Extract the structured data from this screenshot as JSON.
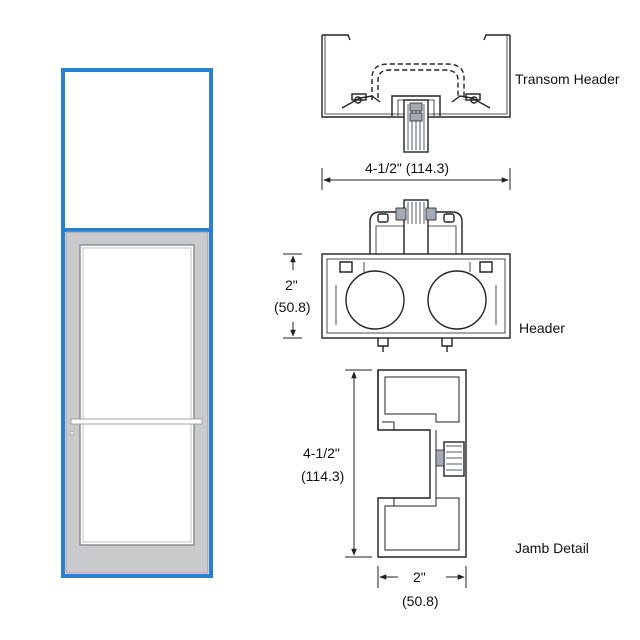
{
  "labels": {
    "transom_header": "Transom Header",
    "header": "Header",
    "jamb_detail": "Jamb Detail"
  },
  "dimensions": {
    "transom_width_label": "4-1/2\" (114.3)",
    "header_height_inch": "2\"",
    "header_height_mm": "(50.8)",
    "jamb_depth_inch": "4-1/2\"",
    "jamb_depth_mm": "(114.3)",
    "jamb_width_inch": "2\"",
    "jamb_width_mm": "(50.8)"
  },
  "colors": {
    "frame_blue": "#2a7fd0",
    "door_gray": "#c9cacc",
    "door_edge": "#9a9b9e",
    "line": "#222222",
    "gasket": "#a3aab3"
  }
}
